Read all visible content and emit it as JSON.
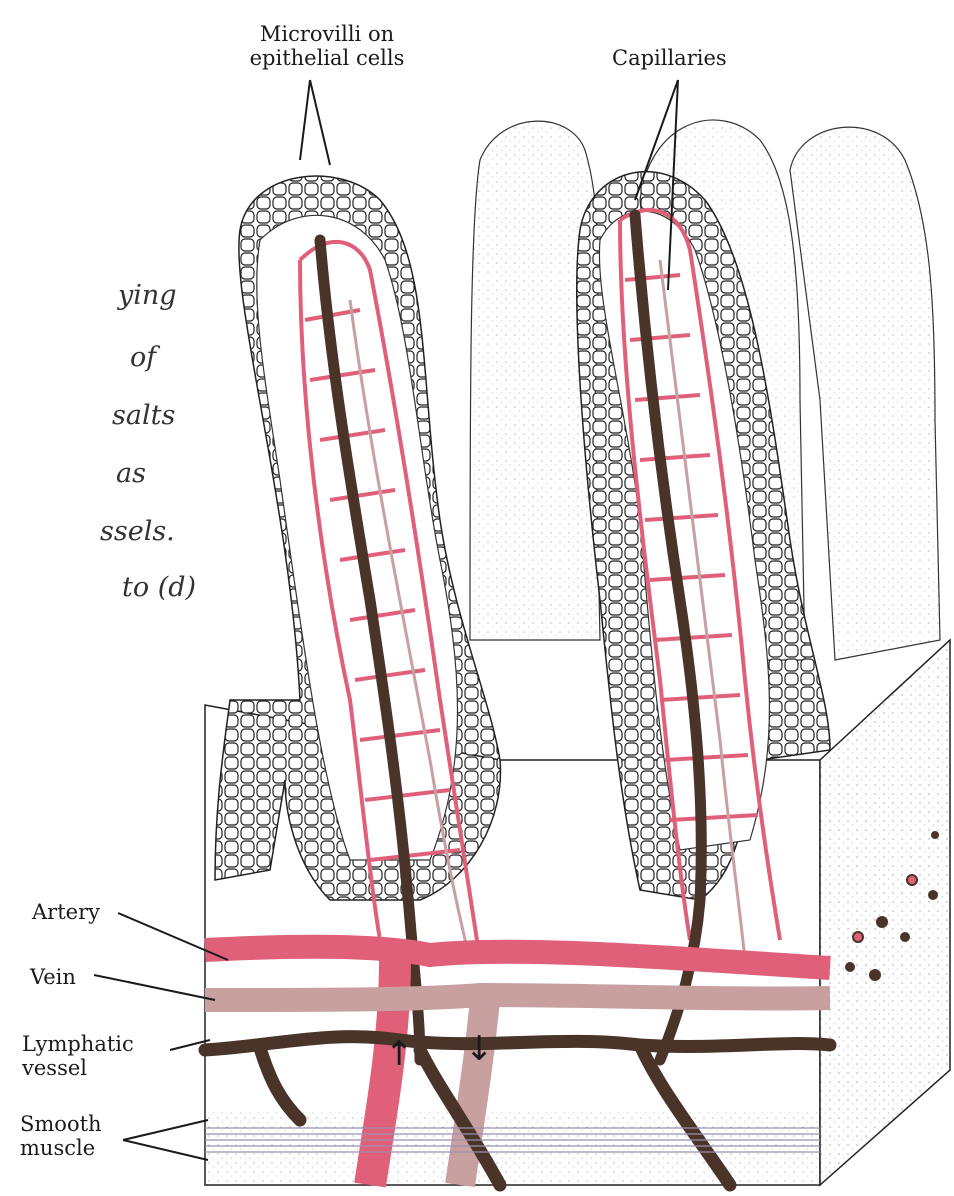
{
  "labels": {
    "microvilli_line1": "Microvilli on",
    "microvilli_line2": "epithelial cells",
    "capillaries": "Capillaries",
    "artery": "Artery",
    "vein": "Vein",
    "lymphatic_line1": "Lymphatic",
    "lymphatic_line2": "vessel",
    "smooth_line1": "Smooth",
    "smooth_line2": "muscle"
  },
  "side_text": [
    "ying",
    "of",
    "salts",
    "as",
    "ssels.",
    "to (d)"
  ],
  "colors": {
    "artery": "#e0607a",
    "vein": "#c9a0a0",
    "lymph": "#4a3429",
    "outline": "#1a1a1a",
    "muscle_line": "#9b8fb0"
  },
  "flow_arrows": [
    "↑",
    "↓"
  ]
}
